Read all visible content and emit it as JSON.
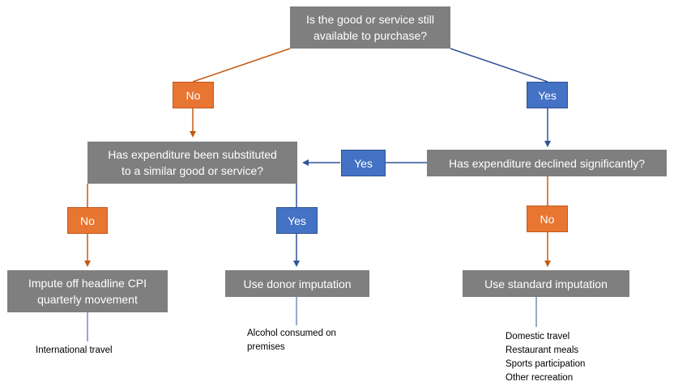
{
  "diagram": {
    "nodes": {
      "q_available": "Is the good or service still\navailable to purchase?",
      "q_substituted": "Has expenditure been substituted\nto a similar good or service?",
      "q_declined": "Has expenditure declined significantly?",
      "a_impute_cpi": "Impute off headline CPI\nquarterly movement",
      "a_donor": "Use donor imputation",
      "a_standard": "Use standard imputation"
    },
    "labels": {
      "no_left": "No",
      "yes_right": "Yes",
      "yes_middle": "Yes",
      "no_bottom_left": "No",
      "yes_bottom_mid": "Yes",
      "no_right": "No"
    },
    "examples": {
      "impute_cpi": "International travel",
      "donor": "Alcohol consumed on\npremises",
      "standard": "Domestic travel\nRestaurant meals\nSports participation\nOther recreation"
    },
    "colors": {
      "decision_box": "#7f7f7f",
      "no_label": "#e87531",
      "yes_label": "#4472c4",
      "no_arrow": "#c55a11",
      "yes_arrow": "#2f5597"
    }
  }
}
